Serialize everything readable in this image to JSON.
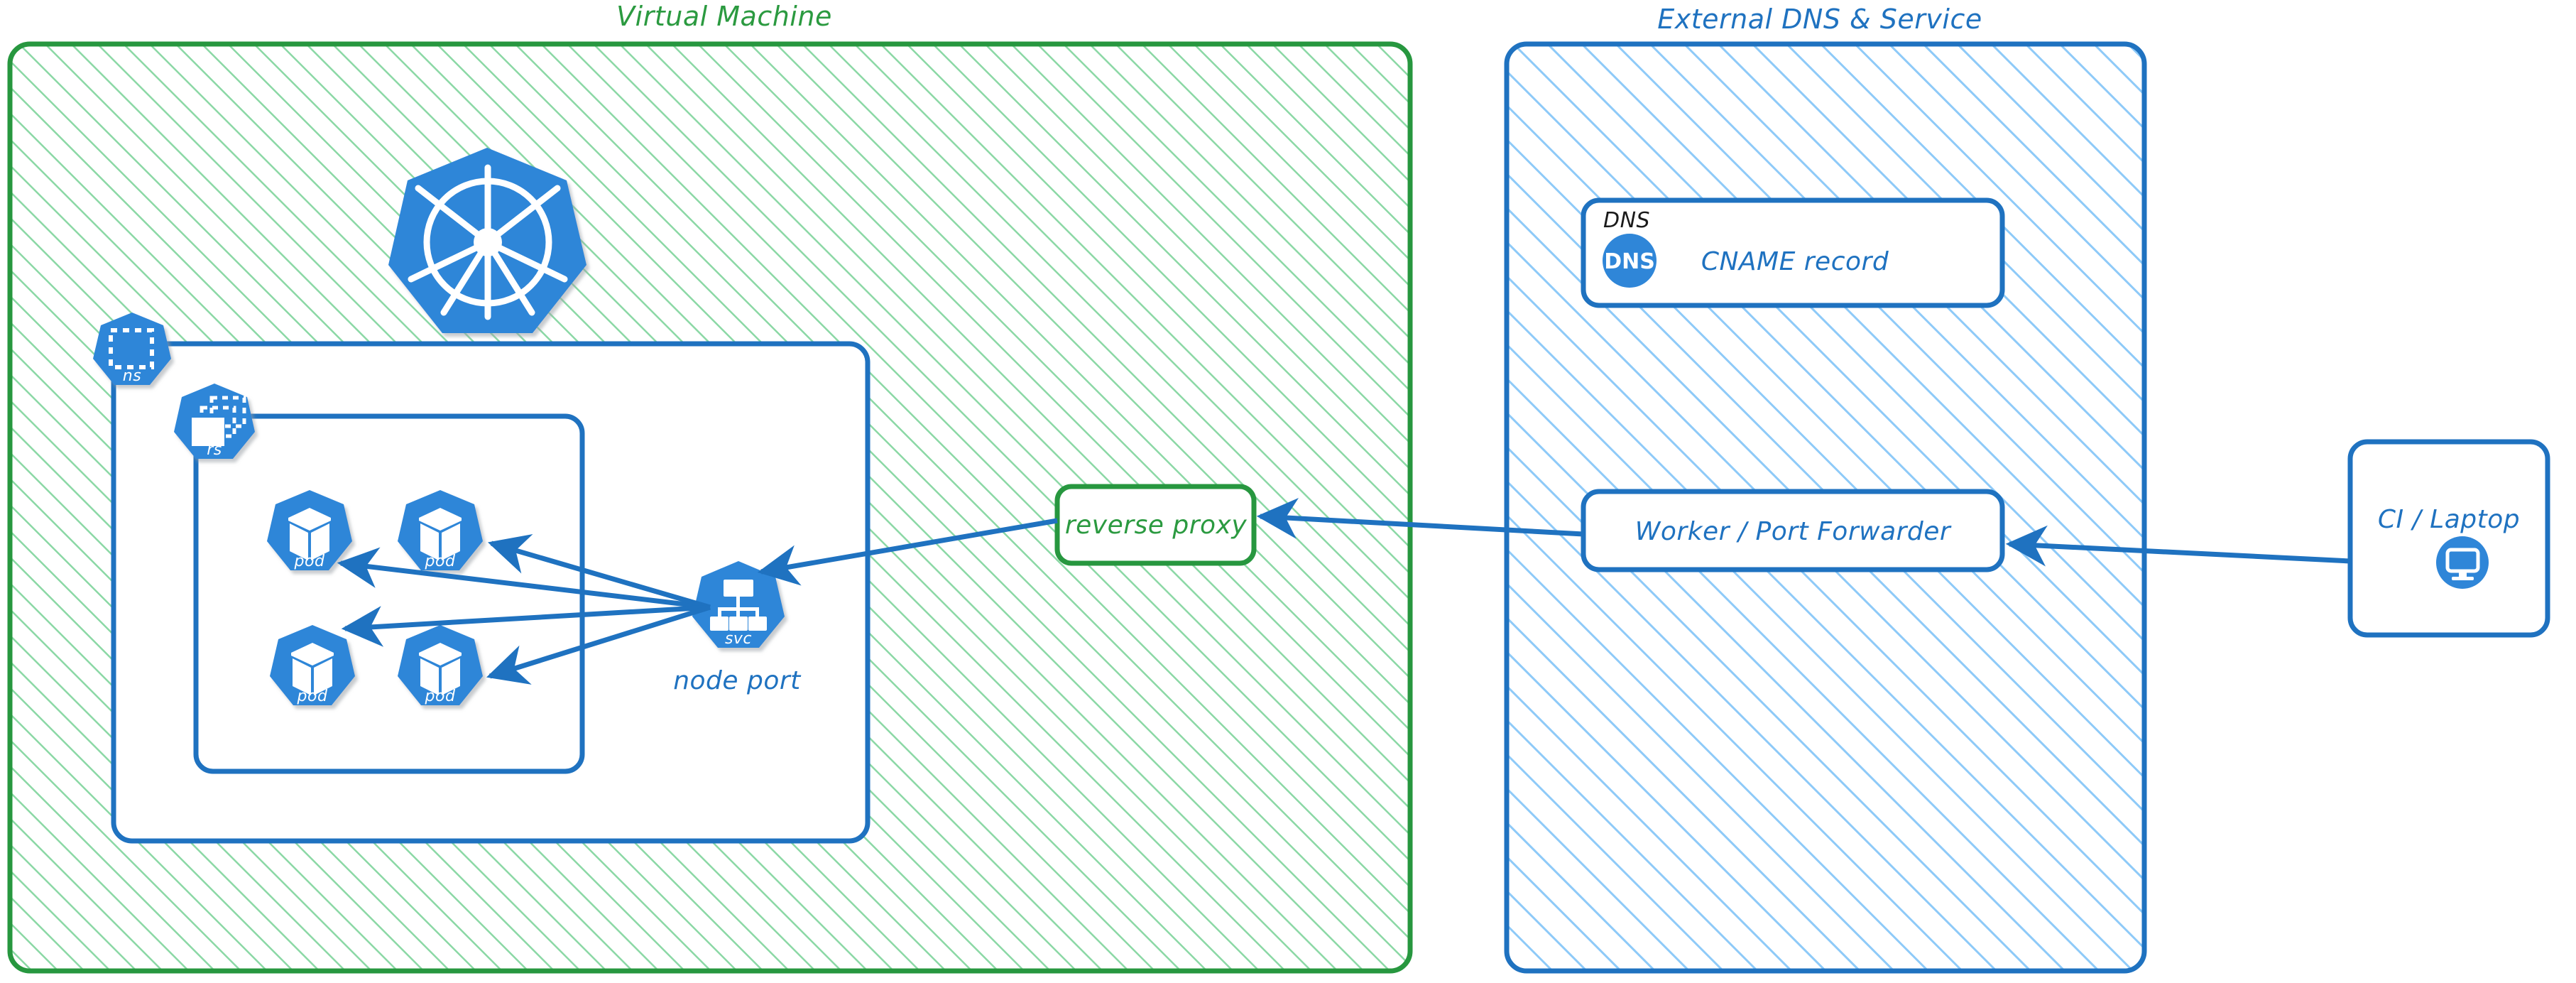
{
  "zones": [
    {
      "id": "virtual-machine",
      "title": "Virtual Machine",
      "accent": "#27973f",
      "hatch": "#8bd8a5"
    },
    {
      "id": "external-dns-service",
      "title": "External DNS & Service",
      "accent": "#1f72c0",
      "hatch": "#8ecaf8"
    }
  ],
  "vm": {
    "k8s_logo": {
      "name": "kubernetes-logo",
      "alt": "Kubernetes"
    },
    "namespace_badge": {
      "label": "ns",
      "icon": "namespace-icon"
    },
    "replicaset_badge": {
      "label": "rs",
      "icon": "replicaset-icon"
    },
    "pods": [
      {
        "label": "pod"
      },
      {
        "label": "pod"
      },
      {
        "label": "pod"
      },
      {
        "label": "pod"
      }
    ],
    "service": {
      "badge_label": "svc",
      "caption": "node port",
      "icon": "service-tree-icon"
    },
    "reverse_proxy": {
      "label": "reverse proxy"
    }
  },
  "external": {
    "dns_card": {
      "corner_label": "DNS",
      "icon_label": "DNS",
      "title": "CNAME record"
    },
    "worker_card": {
      "label": "Worker / Port Forwarder"
    }
  },
  "client": {
    "card": {
      "label": "CI / Laptop",
      "icon": "desktop-monitor-icon"
    }
  },
  "colors": {
    "k8s_blue": "#2f86d8",
    "line_blue": "#1f72c0",
    "green": "#27973f",
    "green_hatch": "#8bd8a5",
    "blue_hatch": "#8ecaf8",
    "white": "#ffffff",
    "text_black": "#1a1a1a"
  },
  "connections": [
    {
      "from": "service",
      "to": "pod-1",
      "direction": "to"
    },
    {
      "from": "service",
      "to": "pod-2",
      "direction": "to"
    },
    {
      "from": "service",
      "to": "pod-3",
      "direction": "to"
    },
    {
      "from": "service",
      "to": "pod-4",
      "direction": "to"
    },
    {
      "from": "reverse-proxy",
      "to": "service",
      "direction": "to"
    },
    {
      "from": "worker-port-forwarder",
      "to": "reverse-proxy",
      "direction": "to"
    },
    {
      "from": "ci-laptop",
      "to": "worker-port-forwarder",
      "direction": "to"
    }
  ]
}
